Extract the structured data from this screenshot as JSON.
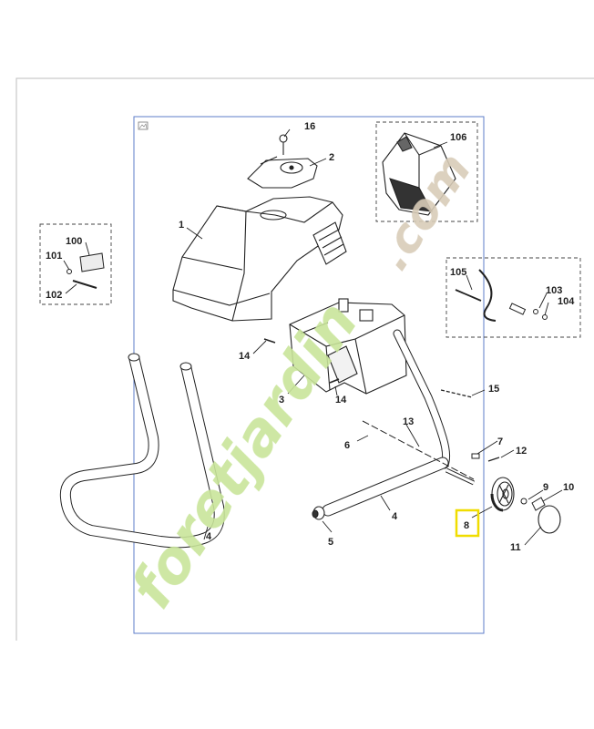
{
  "watermark": {
    "text_green": "foretjardin",
    "text_tan": ".com",
    "color_green": "#c9e59a",
    "color_tan": "#d8ccb8"
  },
  "highlight": {
    "part": "8",
    "color": "#f0dd00"
  },
  "callouts": {
    "c1": "1",
    "c2": "2",
    "c3": "3",
    "c4a": "4",
    "c4b": "4",
    "c5": "5",
    "c6": "6",
    "c7": "7",
    "c8": "8",
    "c9": "9",
    "c10": "10",
    "c11": "11",
    "c12": "12",
    "c13": "13",
    "c14a": "14",
    "c14b": "14",
    "c15": "15",
    "c16": "16",
    "c100": "100",
    "c101": "101",
    "c102": "102",
    "c103": "103",
    "c104": "104",
    "c105": "105",
    "c106": "106"
  },
  "icons": {
    "corner": "image-icon"
  }
}
